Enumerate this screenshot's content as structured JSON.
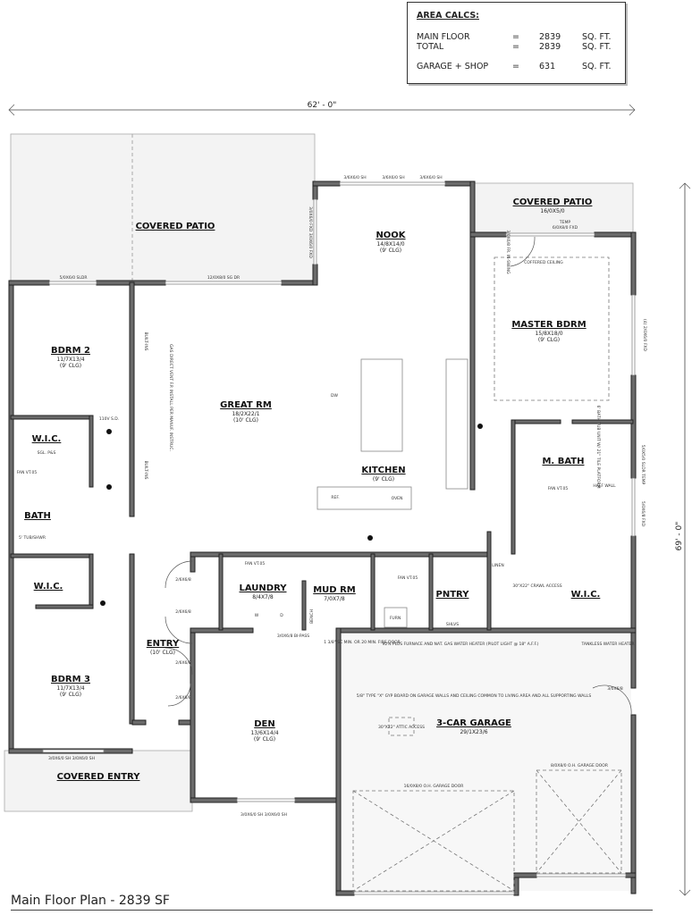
{
  "area_calcs": {
    "heading": "AREA CALCS:",
    "rows": [
      {
        "label": "MAIN FLOOR",
        "eq": "=",
        "value": "2839",
        "unit": "SQ. FT."
      },
      {
        "label": "TOTAL",
        "eq": "=",
        "value": "2839",
        "unit": "SQ. FT."
      },
      {
        "label": "GARAGE + SHOP",
        "eq": "=",
        "value": "631",
        "unit": "SQ. FT."
      }
    ]
  },
  "dimensions": {
    "width": "62' - 0\"",
    "depth": "69' - 0\""
  },
  "rooms": {
    "covered_patio_left": {
      "name": "COVERED PATIO"
    },
    "covered_patio_right": {
      "name": "COVERED PATIO",
      "dims": "16/0X5/0"
    },
    "nook": {
      "name": "NOOK",
      "dims": "14/8X14/0",
      "ceiling": "(9' CLG)"
    },
    "master_bdrm": {
      "name": "MASTER BDRM",
      "dims": "15/8X18/0",
      "ceiling": "(9' CLG)"
    },
    "bdrm2": {
      "name": "BDRM 2",
      "dims": "11/7X13/4",
      "ceiling": "(9' CLG)"
    },
    "great_rm": {
      "name": "GREAT RM",
      "dims": "18/2X22/1",
      "ceiling": "(10' CLG)"
    },
    "kitchen": {
      "name": "KITCHEN",
      "ceiling": "(9' CLG)"
    },
    "wic_bdrm2": {
      "name": "W.I.C."
    },
    "bath": {
      "name": "BATH"
    },
    "m_bath": {
      "name": "M. BATH"
    },
    "wic_bdrm3": {
      "name": "W.I.C."
    },
    "laundry": {
      "name": "LAUNDRY",
      "dims": "8/4X7/8"
    },
    "mud_rm": {
      "name": "MUD RM",
      "dims": "7/0X7/8"
    },
    "pntry": {
      "name": "PNTRY"
    },
    "wic_master": {
      "name": "W.I.C."
    },
    "entry": {
      "name": "ENTRY",
      "ceiling": "(10' CLG)"
    },
    "bdrm3": {
      "name": "BDRM 3",
      "dims": "11/7X13/4",
      "ceiling": "(9' CLG)"
    },
    "den": {
      "name": "DEN",
      "dims": "13/6X14/4",
      "ceiling": "(9' CLG)"
    },
    "garage": {
      "name": "3-CAR GARAGE",
      "dims": "29/1X23/6"
    },
    "covered_entry": {
      "name": "COVERED ENTRY"
    }
  },
  "openings": {
    "nook_windows": [
      "3/6X6/0 SH",
      "3/6X6/0 SH",
      "3/6X6/0 SH"
    ],
    "nook_side": "3/0X6/0 FXD  3/0X6/0 FXD",
    "bdrm2_window": "5/0X6/0 SLDR",
    "great_door": "12/0X8/0 SG DR",
    "master_door_temp": "TEMP",
    "master_door": "6/0X8/0 FXD",
    "master_side": "(4) 2/0X6/0 FXD",
    "master_swing": "3/0X6/8 FR. IN-SWING",
    "mbath_slider": "5/0X5/0 SLDR TEMP",
    "mbath_fxd": "5/0X6/8 FXD",
    "bdrm3_windows": "3/0X6/0 SH   3/0X6/0 SH",
    "den_windows": "3/0X6/0 SH   3/0X6/0 SH",
    "garage_door_big": "16/0X8/0 O.H. GARAGE DOOR",
    "garage_door_small": "8/0X8/0 O.H. GARAGE DOOR",
    "bypass": "3/0X6/8 BI-PASS",
    "entry_doors": [
      "2/6X6/8",
      "2/6X6/8",
      "2/6X6/8",
      "2/6X6/8"
    ],
    "garage_side": "3/0X6/8"
  },
  "notes": {
    "coffered": "COFFERED CEILING",
    "built_ins": "BUILT-INS",
    "fireplace": "GAS DIRECT VENT F.P. INSTALL PER MANUF. INSTRUC.",
    "smoke": "110V S.D.",
    "fan": "FAN VT.05",
    "shelf": "SGL. P&S",
    "linen": "LINEN",
    "tub": "5' TUB/SHWR",
    "ref": "REF.",
    "oven": "OVEN",
    "dw": "DW",
    "washer": "W",
    "dryer": "D",
    "bench": "BENCH",
    "furn": "FURN",
    "shlvs": "SHLVS",
    "fire_door": "1 3/8\" SC MIN. OR 20 MIN. FIRE DOOR",
    "furnace_note": "92% PLUS FURNACE AND NAT. GAS WATER HEATER (PILOT LIGHT @ 18\" A.F.F.)",
    "tankless": "TANKLESS WATER HEATER",
    "gyp_note": "5/8\" TYPE \"X\" GYP BOARD ON GARAGE WALLS AND CEILING COMMON TO LIVING AREA AND ALL SUPPORTING WALLS",
    "attic": "30\"X22\" ATTIC ACCESS",
    "crawl": "30\"X22\" CRAWL ACCESS",
    "half_wall": "HALF WALL",
    "bath_tub": "6' BATH TUB UNIT W/ 21\" TILE PLATFORM"
  },
  "title": "Main Floor Plan - 2839 SF"
}
